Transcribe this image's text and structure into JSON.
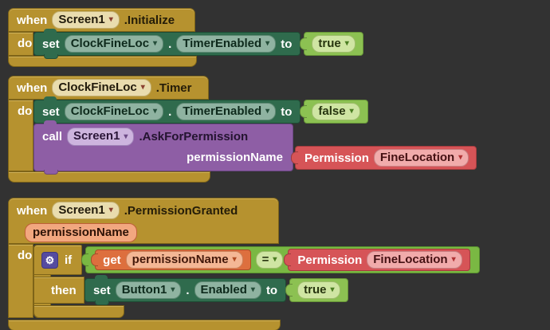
{
  "icons": {
    "dropdown_arrow": "▾",
    "gear": "⚙"
  },
  "colors": {
    "background": "#323232",
    "event_gold": "#b6922f",
    "setter_green": "#2f6b4d",
    "logic_green": "#8cc152",
    "compare_green": "#7ab843",
    "getter_orange": "#dd6f3e",
    "permission_red": "#d65457",
    "procedure_purple": "#8e5ea5",
    "mutator_blue": "#554ba0"
  },
  "group1": {
    "when_label": "when",
    "component": "Screen1",
    "event": ".Initialize",
    "do_label": "do",
    "set": {
      "set_label": "set",
      "component": "ClockFineLoc",
      "dot": ".",
      "property": "TimerEnabled",
      "to_label": "to",
      "value": "true"
    }
  },
  "group2": {
    "when_label": "when",
    "component": "ClockFineLoc",
    "event": ".Timer",
    "do_label": "do",
    "set": {
      "set_label": "set",
      "component": "ClockFineLoc",
      "dot": ".",
      "property": "TimerEnabled",
      "to_label": "to",
      "value": "false"
    },
    "call": {
      "call_label": "call",
      "component": "Screen1",
      "method": ".AskForPermission",
      "param_label": "permissionName",
      "arg": {
        "label": "Permission",
        "option": "FineLocation"
      }
    }
  },
  "group3": {
    "when_label": "when",
    "component": "Screen1",
    "event": ".PermissionGranted",
    "param": "permissionName",
    "do_label": "do",
    "if": {
      "if_label": "if",
      "then_label": "then",
      "operator": "=",
      "get": {
        "get_label": "get",
        "variable": "permissionName"
      },
      "right": {
        "label": "Permission",
        "option": "FineLocation"
      },
      "then_set": {
        "set_label": "set",
        "component": "Button1",
        "dot": ".",
        "property": "Enabled",
        "to_label": "to",
        "value": "true"
      }
    }
  }
}
